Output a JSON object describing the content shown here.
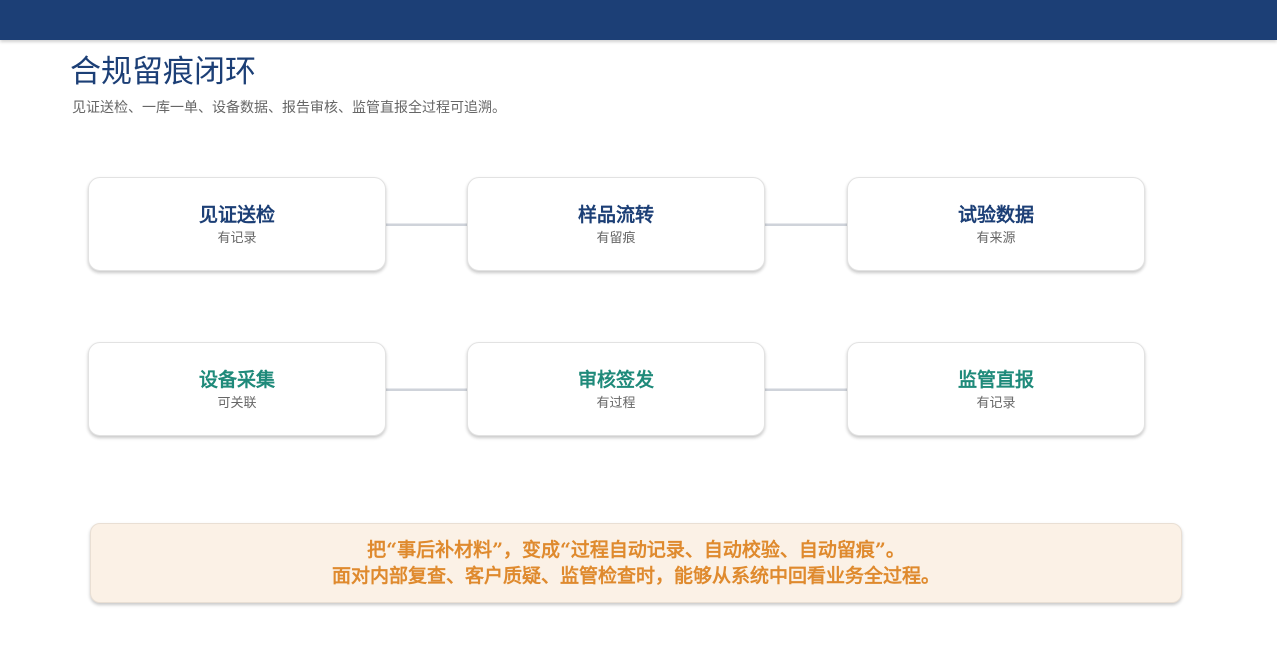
{
  "colors": {
    "header_bar": "#1c3f76",
    "title": "#1c3f76",
    "row1_title": "#1c3f76",
    "row2_title": "#1f8a7a",
    "callout_bg": "#fbf1e6",
    "callout_text": "#df8a2e"
  },
  "header": {
    "title": "合规留痕闭环",
    "subtitle": "见证送检、一库一单、设备数据、报告审核、监管直报全过程可追溯。"
  },
  "flow": {
    "row1": [
      {
        "title": "见证送检",
        "sub": "有记录"
      },
      {
        "title": "样品流转",
        "sub": "有留痕"
      },
      {
        "title": "试验数据",
        "sub": "有来源"
      }
    ],
    "row2": [
      {
        "title": "设备采集",
        "sub": "可关联"
      },
      {
        "title": "审核签发",
        "sub": "有过程"
      },
      {
        "title": "监管直报",
        "sub": "有记录"
      }
    ]
  },
  "callout": {
    "line1": "把“事后补材料”，变成“过程自动记录、自动校验、自动留痕”。",
    "line2": "面对内部复查、客户质疑、监管检查时，能够从系统中回看业务全过程。"
  }
}
